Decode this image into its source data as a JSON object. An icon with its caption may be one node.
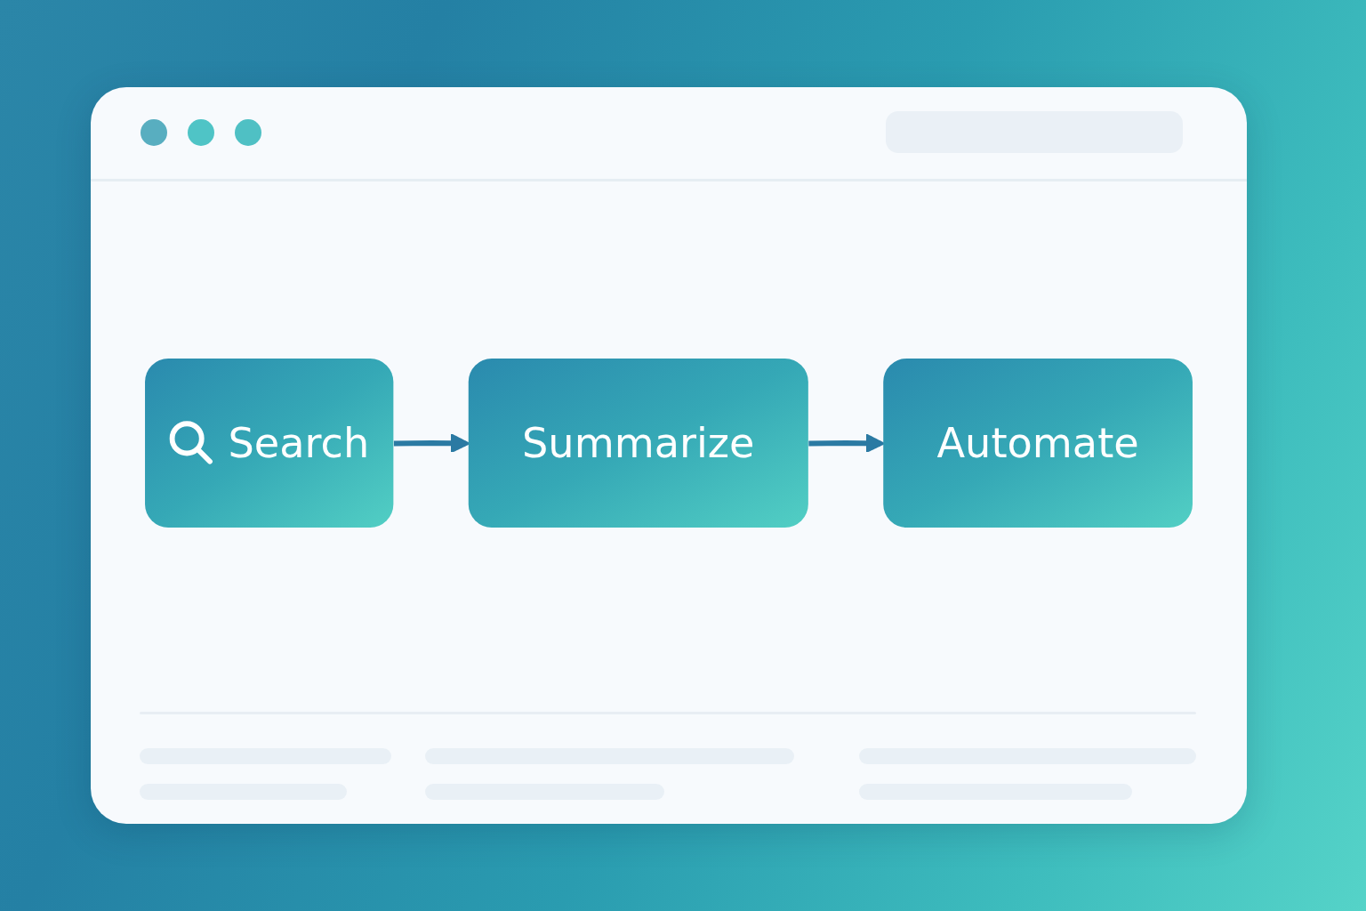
{
  "diagram": {
    "nodes": [
      {
        "text": [
          "Search"
        ]
      },
      {
        "text": [
          "Summarize"
        ]
      },
      {
        "text": [
          "Automate"
        ]
      }
    ],
    "edges": [
      {
        "from": 0,
        "to": 1,
        "arrow": "to"
      },
      {
        "from": 1,
        "to": 2,
        "arrow": "to"
      }
    ]
  }
}
